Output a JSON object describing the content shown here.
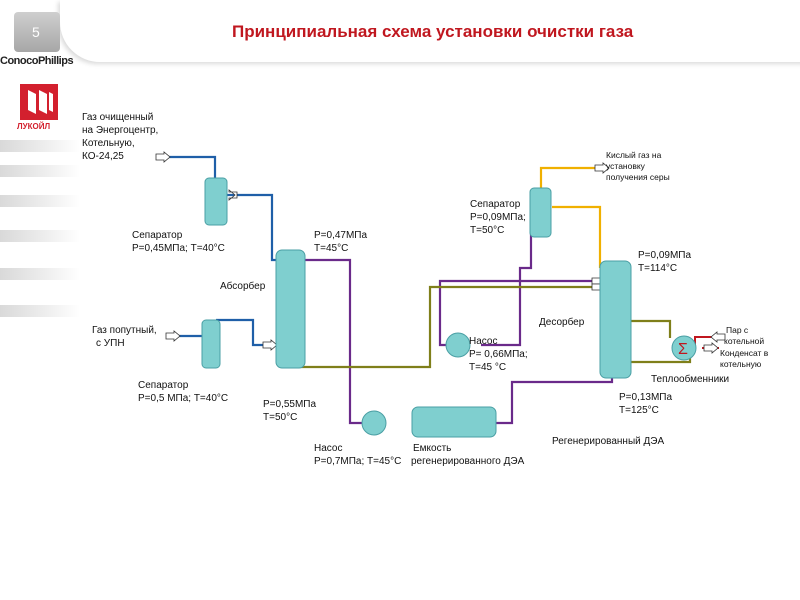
{
  "slide": {
    "number": "5",
    "title": "Принципиальная схема установки очистки газа"
  },
  "logos": {
    "conoco": "ConocoPhillips",
    "lukoil": "ЛУКОЙЛ"
  },
  "labels": {
    "clean_gas": [
      "Газ очищенный",
      "на Энергоцентр,",
      "Котельную,",
      "КО-24,25"
    ],
    "sep1": [
      "Сепаратор",
      "Р=0,45МПа; Т=40°С"
    ],
    "absorber_top": [
      "Р=0,47МПа",
      "Т=45°С"
    ],
    "absorber": "Абсорбер",
    "assoc_gas": [
      "Газ попутный,",
      "с УПН"
    ],
    "sep2": [
      "Сепаратор",
      "Р=0,5 МПа; Т=40°С"
    ],
    "absorber_bottom": [
      "Р=0,55МПа",
      "Т=50°С"
    ],
    "pump1": [
      "Насос",
      "Р=0,7МПа; Т=45°С"
    ],
    "tank": [
      "Емкость",
      "регенерированного ДЭА"
    ],
    "acid_gas": [
      "Кислый газ на",
      "установку",
      "получения серы"
    ],
    "sep3": [
      "Сепаратор",
      "Р=0,09МПа;",
      "Т=50°С"
    ],
    "desorber_top": [
      "Р=0,09МПа",
      "Т=114°С"
    ],
    "desorber": "Десорбер",
    "pump2": [
      "Насос",
      "Р= 0,66МПа;",
      "Т=45 °С"
    ],
    "steam": [
      "Пар с",
      "котельной"
    ],
    "condensate": [
      "Конденсат в",
      "котельную"
    ],
    "heat_exchangers": "Теплообменники",
    "desorber_bottom": [
      "Р=0,13МПа",
      "Т=125°С"
    ],
    "regen_dea": "Регенерированный ДЭА"
  },
  "colors": {
    "vessel": "#7fcfcf",
    "gas_line": "#1f5fa8",
    "rich_line": "#6a2a8a",
    "regen_line": "#7f7f1a",
    "acid_line": "#f0b000",
    "steam_line": "#c0171f",
    "title": "#c0171f"
  }
}
